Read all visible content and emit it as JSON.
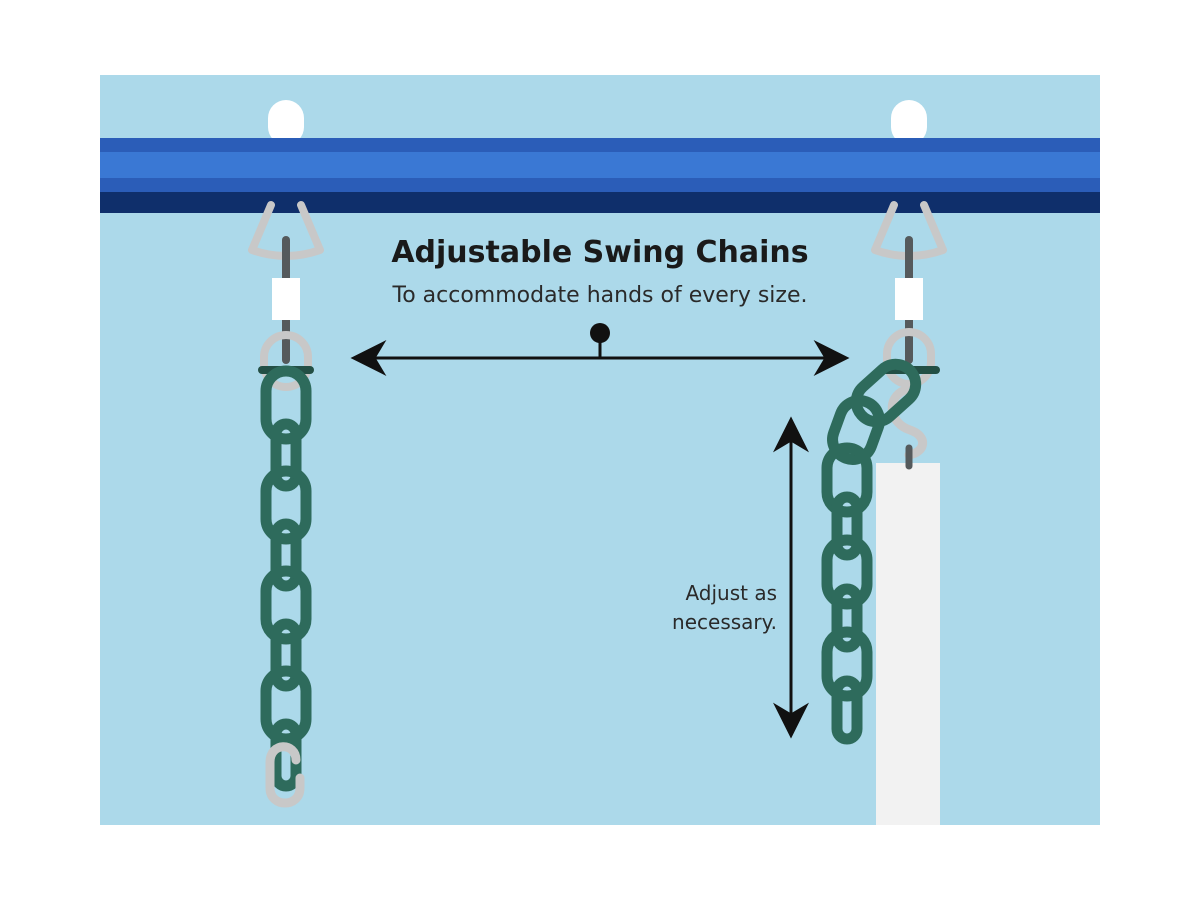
{
  "diagram": {
    "title": "Adjustable Swing Chains",
    "subtitle": "To accommodate hands of every size.",
    "adjust_note_line1": "Adjust as",
    "adjust_note_line2": "necessary."
  },
  "colors": {
    "sky": "#acd9ea",
    "beam_light": "#3a78d4",
    "beam_mid": "#2b5db8",
    "beam_dark": "#0f2f6b",
    "chain": "#2e6b5c",
    "chain_dark": "#234f45",
    "hardware": "#c8c8c8",
    "rod": "#555a5c",
    "white": "#ffffff",
    "seat": "#f2f2f2",
    "arrow": "#111111"
  },
  "icons": {
    "left_chain": "chain-icon",
    "right_chain": "chain-icon",
    "hook": "s-hook-icon",
    "pivot": "pivot-dot-icon"
  }
}
